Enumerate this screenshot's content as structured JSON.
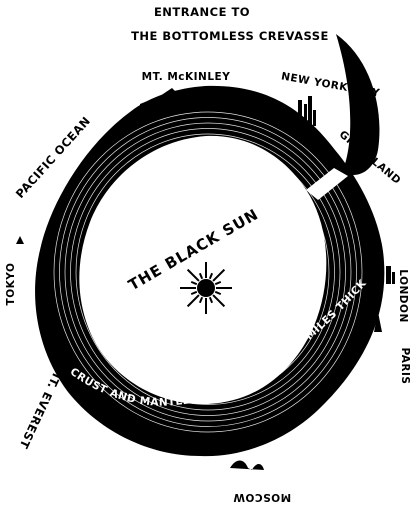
{
  "diagram": {
    "title_line1": "ENTRANCE TO",
    "title_line2": "THE BOTTOMLESS CREVASSE",
    "center_label": "THE BLACK SUN",
    "crust_label": "CRUST AND MANTLE OF THE EARTH-1800 MILES THICK",
    "places": {
      "mckinley": "MT. McKINLEY",
      "new_york": "NEW YORK CITY",
      "greenland": "GREENLAND",
      "pacific": "PACIFIC OCEAN",
      "tokyo": "TOKYO",
      "london": "LONDON",
      "paris": "PARIS",
      "everest": "MT. EVEREST",
      "moscow": "MOSCOW"
    }
  }
}
